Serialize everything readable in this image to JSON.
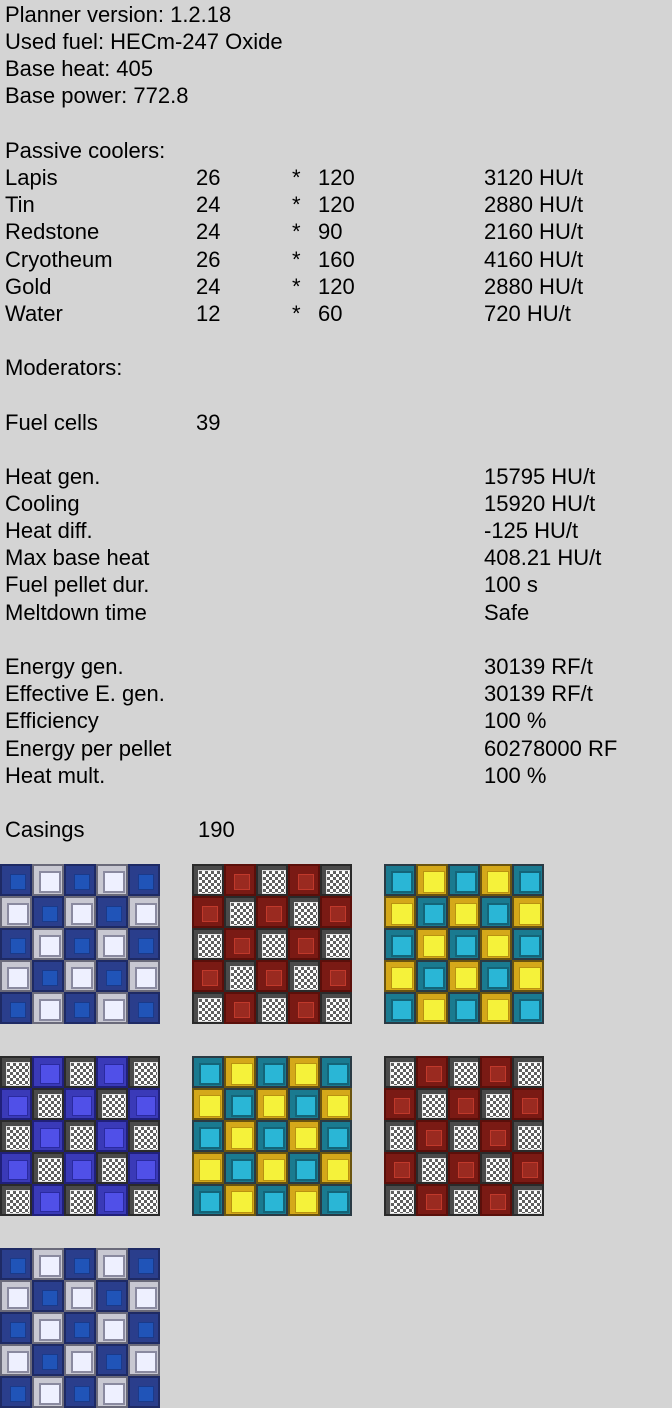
{
  "header": {
    "planner_version": "Planner version: 1.2.18",
    "used_fuel": "Used fuel: HECm-247 Oxide",
    "base_heat": "Base heat: 405",
    "base_power": "Base power: 772.8"
  },
  "passive": {
    "heading": "Passive coolers:",
    "rows": [
      {
        "name": "Lapis",
        "count": "26",
        "star": "*",
        "value": "120",
        "total": "3120 HU/t"
      },
      {
        "name": "Tin",
        "count": "24",
        "star": "*",
        "value": "120",
        "total": "2880 HU/t"
      },
      {
        "name": "Redstone",
        "count": "24",
        "star": "*",
        "value": "90",
        "total": "2160 HU/t"
      },
      {
        "name": "Cryotheum",
        "count": "26",
        "star": "*",
        "value": "160",
        "total": "4160 HU/t"
      },
      {
        "name": "Gold",
        "count": "24",
        "star": "*",
        "value": "120",
        "total": "2880 HU/t"
      },
      {
        "name": "Water",
        "count": "12",
        "star": "*",
        "value": "60",
        "total": "720 HU/t"
      }
    ]
  },
  "moderators": {
    "heading": "Moderators:"
  },
  "fuel_cells": {
    "label": "Fuel cells",
    "value": "39"
  },
  "stats1": [
    {
      "label": "Heat gen.",
      "value": "15795 HU/t"
    },
    {
      "label": "Cooling",
      "value": "15920 HU/t"
    },
    {
      "label": "Heat diff.",
      "value": "-125 HU/t"
    },
    {
      "label": "Max base heat",
      "value": "408.21 HU/t"
    },
    {
      "label": "Fuel pellet dur.",
      "value": "100 s"
    },
    {
      "label": "Meltdown time",
      "value": "Safe"
    }
  ],
  "stats2": [
    {
      "label": "Energy gen.",
      "value": "30139 RF/t"
    },
    {
      "label": "Effective E. gen.",
      "value": "30139 RF/t"
    },
    {
      "label": "Efficiency",
      "value": "100 %"
    },
    {
      "label": "Energy per pellet",
      "value": "60278000 RF"
    },
    {
      "label": "Heat mult.",
      "value": "100 %"
    }
  ],
  "casings": {
    "label": "Casings",
    "value": "190"
  },
  "layers": [
    {
      "cells": [
        "lapis",
        "cell",
        "lapis",
        "cell",
        "lapis",
        "cell",
        "lapis",
        "cell",
        "lapis",
        "cell",
        "lapis",
        "cell",
        "lapis",
        "cell",
        "lapis",
        "cell",
        "lapis",
        "cell",
        "lapis",
        "cell",
        "lapis",
        "cell",
        "lapis",
        "cell",
        "lapis"
      ]
    },
    {
      "cells": [
        "check",
        "red",
        "check",
        "red",
        "check",
        "red",
        "check",
        "red",
        "check",
        "red",
        "check",
        "red",
        "check",
        "red",
        "check",
        "red",
        "check",
        "red",
        "check",
        "red",
        "check",
        "red",
        "check",
        "red",
        "check"
      ]
    },
    {
      "cells": [
        "cryo",
        "gold",
        "cryo",
        "gold",
        "cryo",
        "gold",
        "cryo",
        "gold",
        "cryo",
        "gold",
        "cryo",
        "gold",
        "cryo",
        "gold",
        "cryo",
        "gold",
        "cryo",
        "gold",
        "cryo",
        "gold",
        "cryo",
        "gold",
        "cryo",
        "gold",
        "cryo"
      ]
    },
    {
      "cells": [
        "check",
        "tin",
        "check",
        "tin",
        "check",
        "tin",
        "check",
        "tin",
        "check",
        "tin",
        "check",
        "tin",
        "check",
        "tin",
        "check",
        "tin",
        "check",
        "tin",
        "check",
        "tin",
        "check",
        "tin",
        "check",
        "tin",
        "check"
      ]
    },
    {
      "cells": [
        "cryo",
        "gold",
        "cryo",
        "gold",
        "cryo",
        "gold",
        "cryo",
        "gold",
        "cryo",
        "gold",
        "cryo",
        "gold",
        "cryo",
        "gold",
        "cryo",
        "gold",
        "cryo",
        "gold",
        "cryo",
        "gold",
        "cryo",
        "gold",
        "cryo",
        "gold",
        "cryo"
      ]
    },
    {
      "cells": [
        "check",
        "red",
        "check",
        "red",
        "check",
        "red",
        "check",
        "red",
        "check",
        "red",
        "check",
        "red",
        "check",
        "red",
        "check",
        "red",
        "check",
        "red",
        "check",
        "red",
        "check",
        "red",
        "check",
        "red",
        "check"
      ]
    },
    {
      "cells": [
        "lapis",
        "cell",
        "lapis",
        "cell",
        "lapis",
        "cell",
        "lapis",
        "cell",
        "lapis",
        "cell",
        "lapis",
        "cell",
        "lapis",
        "cell",
        "lapis",
        "cell",
        "lapis",
        "cell",
        "lapis",
        "cell",
        "lapis",
        "cell",
        "lapis",
        "cell",
        "lapis"
      ]
    }
  ]
}
